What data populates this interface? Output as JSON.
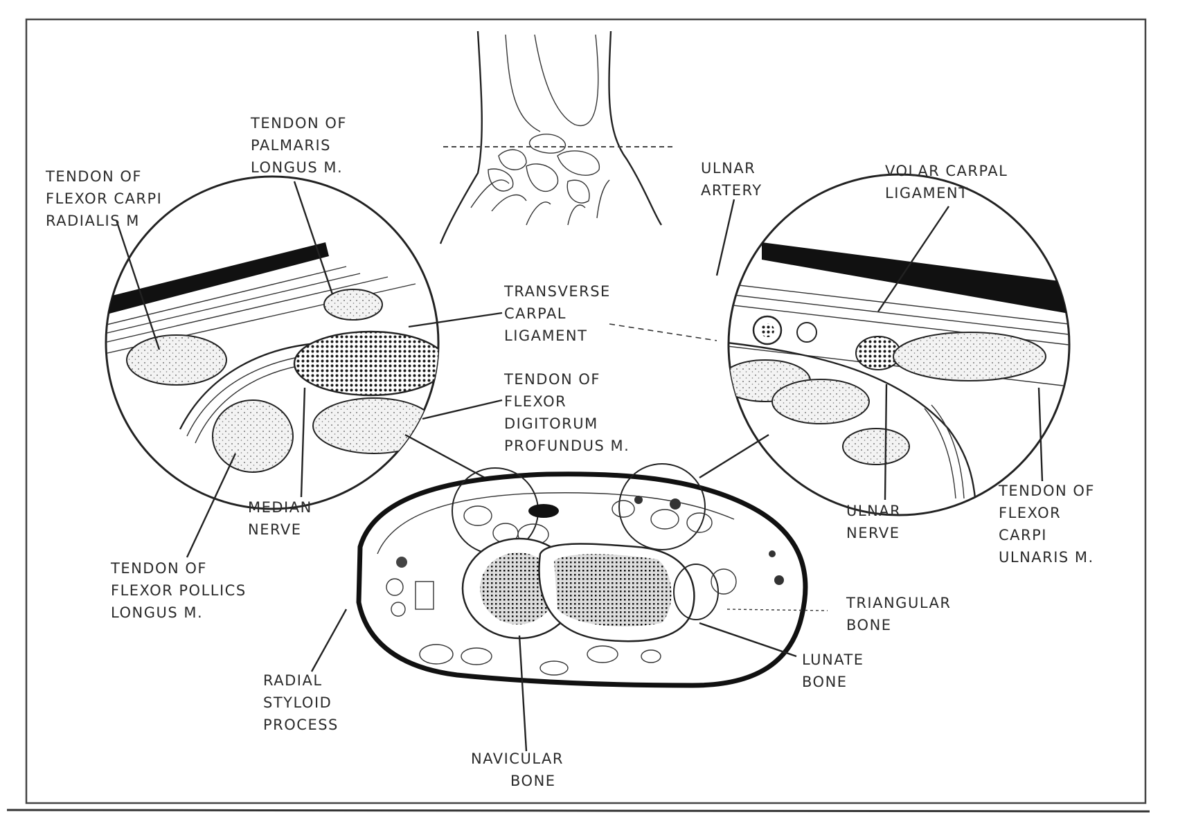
{
  "labels": {
    "palmaris": [
      "TENDON OF",
      "PALMARIS",
      "LONGUS M."
    ],
    "fcr": [
      "TENDON OF",
      "FLEXOR CARPI",
      "RADIALIS M"
    ],
    "ulnar_artery": [
      "ULNAR",
      "ARTERY"
    ],
    "volar": [
      "VOLAR CARPAL",
      "LIGAMENT"
    ],
    "transverse": [
      "TRANSVERSE",
      "CARPAL",
      "LIGAMENT"
    ],
    "fdp": [
      "TENDON OF",
      "FLEXOR",
      "DIGITORUM",
      "PROFUNDUS M."
    ],
    "median": [
      "MEDIAN",
      "NERVE"
    ],
    "ulnar_nerve": [
      "ULNAR",
      "NERVE"
    ],
    "fcu": [
      "TENDON OF",
      "FLEXOR",
      "CARPI",
      "ULNARIS M."
    ],
    "fpl": [
      "TENDON OF",
      "FLEXOR POLLICS",
      "LONGUS M."
    ],
    "triangular": [
      "TRIANGULAR",
      "BONE"
    ],
    "lunate": [
      "LUNATE",
      "BONE"
    ],
    "radial": [
      "RADIAL",
      "STYLOID",
      "PROCESS"
    ],
    "navicular": [
      "NAVICULAR",
      "BONE"
    ]
  }
}
